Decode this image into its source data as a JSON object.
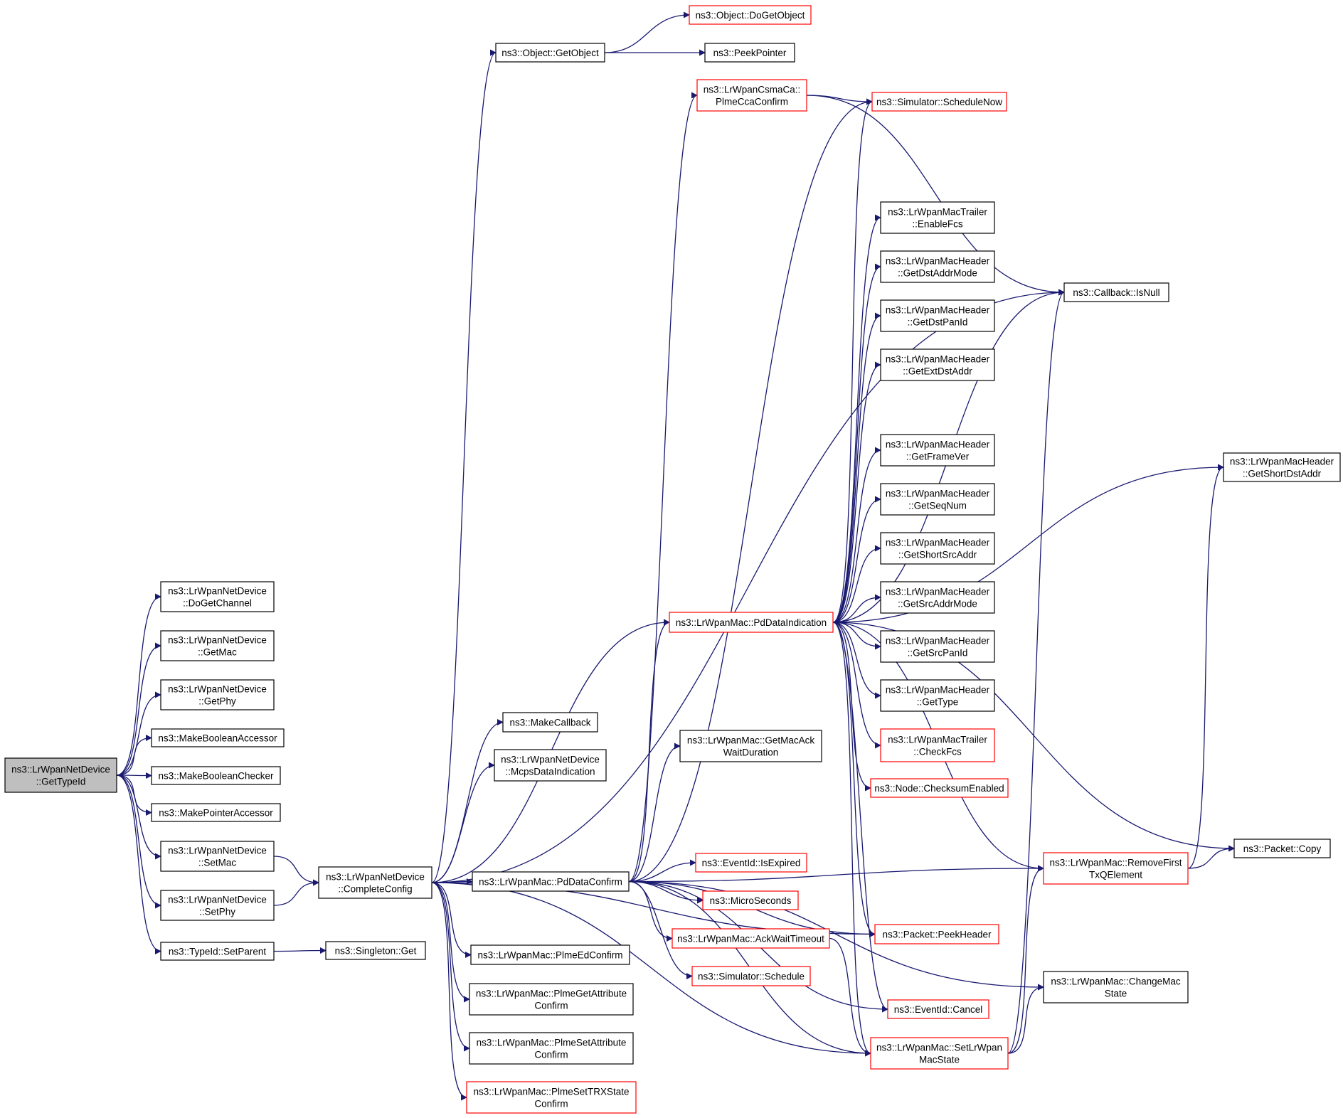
{
  "colors": {
    "edge": "#191970",
    "border_normal": "#000000",
    "border_red": "#ff0000",
    "focus_fill": "#bfbfbf",
    "fill": "#ffffff"
  },
  "nodes": [
    {
      "id": "gettypeid",
      "lines": [
        "ns3::LrWpanNetDevice",
        "::GetTypeId"
      ],
      "style": "focus"
    },
    {
      "id": "dogetchannel",
      "lines": [
        "ns3::LrWpanNetDevice",
        "::DoGetChannel"
      ],
      "style": "normal"
    },
    {
      "id": "getmac",
      "lines": [
        "ns3::LrWpanNetDevice",
        "::GetMac"
      ],
      "style": "normal"
    },
    {
      "id": "getphy",
      "lines": [
        "ns3::LrWpanNetDevice",
        "::GetPhy"
      ],
      "style": "normal"
    },
    {
      "id": "mkboolacc",
      "lines": [
        "ns3::MakeBooleanAccessor"
      ],
      "style": "normal"
    },
    {
      "id": "mkboolchk",
      "lines": [
        "ns3::MakeBooleanChecker"
      ],
      "style": "normal"
    },
    {
      "id": "mkptracc",
      "lines": [
        "ns3::MakePointerAccessor"
      ],
      "style": "normal"
    },
    {
      "id": "setmac",
      "lines": [
        "ns3::LrWpanNetDevice",
        "::SetMac"
      ],
      "style": "normal"
    },
    {
      "id": "setphy",
      "lines": [
        "ns3::LrWpanNetDevice",
        "::SetPhy"
      ],
      "style": "normal"
    },
    {
      "id": "setparent",
      "lines": [
        "ns3::TypeId::SetParent"
      ],
      "style": "normal"
    },
    {
      "id": "completeconfig",
      "lines": [
        "ns3::LrWpanNetDevice",
        "::CompleteConfig"
      ],
      "style": "normal"
    },
    {
      "id": "singletonget",
      "lines": [
        "ns3::Singleton::Get"
      ],
      "style": "normal"
    },
    {
      "id": "objgetobject",
      "lines": [
        "ns3::Object::GetObject"
      ],
      "style": "normal"
    },
    {
      "id": "objdogetobject",
      "lines": [
        "ns3::Object::DoGetObject"
      ],
      "style": "red"
    },
    {
      "id": "peekpointer",
      "lines": [
        "ns3::PeekPointer"
      ],
      "style": "normal"
    },
    {
      "id": "plmeccaconfirm",
      "lines": [
        "ns3::LrWpanCsmaCa::",
        "PlmeCcaConfirm"
      ],
      "style": "red"
    },
    {
      "id": "schedulenow",
      "lines": [
        "ns3::Simulator::ScheduleNow"
      ],
      "style": "red"
    },
    {
      "id": "enablefcs",
      "lines": [
        "ns3::LrWpanMacTrailer",
        "::EnableFcs"
      ],
      "style": "normal"
    },
    {
      "id": "getdstaddrmode",
      "lines": [
        "ns3::LrWpanMacHeader",
        "::GetDstAddrMode"
      ],
      "style": "normal"
    },
    {
      "id": "getdstpanid",
      "lines": [
        "ns3::LrWpanMacHeader",
        "::GetDstPanId"
      ],
      "style": "normal"
    },
    {
      "id": "getextdstaddr",
      "lines": [
        "ns3::LrWpanMacHeader",
        "::GetExtDstAddr"
      ],
      "style": "normal"
    },
    {
      "id": "getframever",
      "lines": [
        "ns3::LrWpanMacHeader",
        "::GetFrameVer"
      ],
      "style": "normal"
    },
    {
      "id": "getseqnum",
      "lines": [
        "ns3::LrWpanMacHeader",
        "::GetSeqNum"
      ],
      "style": "normal"
    },
    {
      "id": "getshortsrcaddr",
      "lines": [
        "ns3::LrWpanMacHeader",
        "::GetShortSrcAddr"
      ],
      "style": "normal"
    },
    {
      "id": "getsrcaddrmode",
      "lines": [
        "ns3::LrWpanMacHeader",
        "::GetSrcAddrMode"
      ],
      "style": "normal"
    },
    {
      "id": "getsrcpanid",
      "lines": [
        "ns3::LrWpanMacHeader",
        "::GetSrcPanId"
      ],
      "style": "normal"
    },
    {
      "id": "gettype",
      "lines": [
        "ns3::LrWpanMacHeader",
        "::GetType"
      ],
      "style": "normal"
    },
    {
      "id": "checkfcs",
      "lines": [
        "ns3::LrWpanMacTrailer",
        "::CheckFcs"
      ],
      "style": "red"
    },
    {
      "id": "checksumenabled",
      "lines": [
        "ns3::Node::ChecksumEnabled"
      ],
      "style": "red"
    },
    {
      "id": "callbackisnull",
      "lines": [
        "ns3::Callback::IsNull"
      ],
      "style": "normal"
    },
    {
      "id": "getshortdstaddr",
      "lines": [
        "ns3::LrWpanMacHeader",
        "::GetShortDstAddr"
      ],
      "style": "normal"
    },
    {
      "id": "pddataindication",
      "lines": [
        "ns3::LrWpanMac::PdDataIndication"
      ],
      "style": "red"
    },
    {
      "id": "makecallback",
      "lines": [
        "ns3::MakeCallback"
      ],
      "style": "normal"
    },
    {
      "id": "mcpsdataind",
      "lines": [
        "ns3::LrWpanNetDevice",
        "::McpsDataIndication"
      ],
      "style": "normal"
    },
    {
      "id": "getmacackwait",
      "lines": [
        "ns3::LrWpanMac::GetMacAck",
        "WaitDuration"
      ],
      "style": "normal"
    },
    {
      "id": "pddataconfirm",
      "lines": [
        "ns3::LrWpanMac::PdDataConfirm"
      ],
      "style": "normal"
    },
    {
      "id": "eventidisexpired",
      "lines": [
        "ns3::EventId::IsExpired"
      ],
      "style": "red"
    },
    {
      "id": "microseconds",
      "lines": [
        "ns3::MicroSeconds"
      ],
      "style": "red"
    },
    {
      "id": "ackwaittimeout",
      "lines": [
        "ns3::LrWpanMac::AckWaitTimeout"
      ],
      "style": "red"
    },
    {
      "id": "simschedule",
      "lines": [
        "ns3::Simulator::Schedule"
      ],
      "style": "red"
    },
    {
      "id": "plmeedconfirm",
      "lines": [
        "ns3::LrWpanMac::PlmeEdConfirm"
      ],
      "style": "normal"
    },
    {
      "id": "plmegetattr",
      "lines": [
        "ns3::LrWpanMac::PlmeGetAttribute",
        "Confirm"
      ],
      "style": "normal"
    },
    {
      "id": "plmesetattr",
      "lines": [
        "ns3::LrWpanMac::PlmeSetAttribute",
        "Confirm"
      ],
      "style": "normal"
    },
    {
      "id": "plmesettrx",
      "lines": [
        "ns3::LrWpanMac::PlmeSetTRXState",
        "Confirm"
      ],
      "style": "red"
    },
    {
      "id": "packetpeekheader",
      "lines": [
        "ns3::Packet::PeekHeader"
      ],
      "style": "red"
    },
    {
      "id": "eventidcancel",
      "lines": [
        "ns3::EventId::Cancel"
      ],
      "style": "red"
    },
    {
      "id": "setlrwpanmacstate",
      "lines": [
        "ns3::LrWpanMac::SetLrWpan",
        "MacState"
      ],
      "style": "red"
    },
    {
      "id": "removefirsttx",
      "lines": [
        "ns3::LrWpanMac::RemoveFirst",
        "TxQElement"
      ],
      "style": "red"
    },
    {
      "id": "changemacstate",
      "lines": [
        "ns3::LrWpanMac::ChangeMac",
        "State"
      ],
      "style": "normal"
    },
    {
      "id": "packetcopy",
      "lines": [
        "ns3::Packet::Copy"
      ],
      "style": "normal"
    }
  ],
  "edges": [
    [
      "gettypeid",
      "dogetchannel"
    ],
    [
      "gettypeid",
      "getmac"
    ],
    [
      "gettypeid",
      "getphy"
    ],
    [
      "gettypeid",
      "mkboolacc"
    ],
    [
      "gettypeid",
      "mkboolchk"
    ],
    [
      "gettypeid",
      "mkptracc"
    ],
    [
      "gettypeid",
      "setmac"
    ],
    [
      "gettypeid",
      "setphy"
    ],
    [
      "gettypeid",
      "setparent"
    ],
    [
      "setmac",
      "completeconfig"
    ],
    [
      "setphy",
      "completeconfig"
    ],
    [
      "setparent",
      "singletonget"
    ],
    [
      "completeconfig",
      "objgetobject"
    ],
    [
      "completeconfig",
      "makecallback"
    ],
    [
      "completeconfig",
      "mcpsdataind"
    ],
    [
      "completeconfig",
      "pddataconfirm"
    ],
    [
      "completeconfig",
      "pddataindication"
    ],
    [
      "completeconfig",
      "callbackisnull"
    ],
    [
      "completeconfig",
      "plmeedconfirm"
    ],
    [
      "completeconfig",
      "plmegetattr"
    ],
    [
      "completeconfig",
      "plmesetattr"
    ],
    [
      "completeconfig",
      "plmesettrx"
    ],
    [
      "completeconfig",
      "setlrwpanmacstate"
    ],
    [
      "completeconfig",
      "packetpeekheader"
    ],
    [
      "objgetobject",
      "objdogetobject"
    ],
    [
      "objgetobject",
      "peekpointer"
    ],
    [
      "plmeccaconfirm",
      "schedulenow"
    ],
    [
      "plmeccaconfirm",
      "callbackisnull"
    ],
    [
      "pddataindication",
      "schedulenow"
    ],
    [
      "pddataindication",
      "enablefcs"
    ],
    [
      "pddataindication",
      "getdstaddrmode"
    ],
    [
      "pddataindication",
      "getdstpanid"
    ],
    [
      "pddataindication",
      "getextdstaddr"
    ],
    [
      "pddataindication",
      "getframever"
    ],
    [
      "pddataindication",
      "getseqnum"
    ],
    [
      "pddataindication",
      "getshortsrcaddr"
    ],
    [
      "pddataindication",
      "getsrcaddrmode"
    ],
    [
      "pddataindication",
      "getsrcpanid"
    ],
    [
      "pddataindication",
      "gettype"
    ],
    [
      "pddataindication",
      "checkfcs"
    ],
    [
      "pddataindication",
      "checksumenabled"
    ],
    [
      "pddataindication",
      "callbackisnull"
    ],
    [
      "pddataindication",
      "getshortdstaddr"
    ],
    [
      "pddataindication",
      "packetcopy"
    ],
    [
      "pddataindication",
      "removefirsttx"
    ],
    [
      "pddataindication",
      "packetpeekheader"
    ],
    [
      "pddataindication",
      "eventidcancel"
    ],
    [
      "pddataindication",
      "setlrwpanmacstate"
    ],
    [
      "pddataconfirm",
      "plmeccaconfirm"
    ],
    [
      "pddataconfirm",
      "schedulenow"
    ],
    [
      "pddataconfirm",
      "pddataindication"
    ],
    [
      "pddataconfirm",
      "getmacackwait"
    ],
    [
      "pddataconfirm",
      "eventidisexpired"
    ],
    [
      "pddataconfirm",
      "microseconds"
    ],
    [
      "pddataconfirm",
      "ackwaittimeout"
    ],
    [
      "pddataconfirm",
      "simschedule"
    ],
    [
      "pddataconfirm",
      "packetpeekheader"
    ],
    [
      "pddataconfirm",
      "eventidcancel"
    ],
    [
      "pddataconfirm",
      "setlrwpanmacstate"
    ],
    [
      "pddataconfirm",
      "removefirsttx"
    ],
    [
      "pddataconfirm",
      "changemacstate"
    ],
    [
      "ackwaittimeout",
      "setlrwpanmacstate"
    ],
    [
      "setlrwpanmacstate",
      "changemacstate"
    ],
    [
      "setlrwpanmacstate",
      "removefirsttx"
    ],
    [
      "setlrwpanmacstate",
      "callbackisnull"
    ],
    [
      "removefirsttx",
      "packetcopy"
    ],
    [
      "removefirsttx",
      "getshortdstaddr"
    ]
  ]
}
